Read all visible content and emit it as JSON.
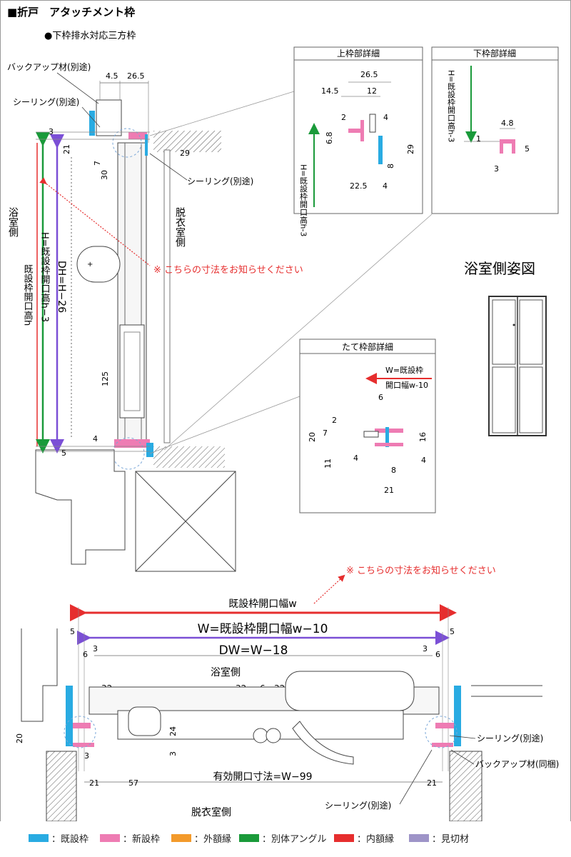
{
  "header": {
    "title": "■折戸　アタッチメント枠",
    "subtitle": "●下枠排水対応三方枠"
  },
  "section_view": {
    "labels": {
      "backup": "バックアップ材(別途)",
      "sealing_top": "シーリング(別途)",
      "sealing_mid": "シーリング(別途)",
      "bath_side": "浴室側",
      "changing_side": "脱衣室側",
      "note": "※ こちらの寸法をお知らせください"
    },
    "vertical_labels": {
      "h_existing": "既設枠開口高h",
      "h_new": "H=既設枠開口高h−3",
      "dh": "DH=H−26"
    },
    "dims": {
      "d_4_5": "4.5",
      "d_26_5": "26.5",
      "d_3": "3",
      "d_21": "21",
      "d_7": "7",
      "d_30": "30",
      "d_29": "29",
      "d_125": "125",
      "d_4": "4",
      "d_5": "5"
    }
  },
  "top_detail": {
    "title": "上枠部詳細",
    "vlabel": "H=既設枠開口高h-3",
    "dims": {
      "d_26_5": "26.5",
      "d_14_5": "14.5",
      "d_12": "12",
      "d_2": "2",
      "d_4": "4",
      "d_6_8": "6.8",
      "d_8": "8",
      "d_29": "29",
      "d_22_5": "22.5",
      "d_4b": "4"
    }
  },
  "bottom_detail": {
    "title": "下枠部詳細",
    "vlabel": "H=既設枠開口高h-3",
    "dims": {
      "d_4_8": "4.8",
      "d_1": "1",
      "d_5": "5",
      "d_3": "3"
    }
  },
  "side_detail": {
    "title": "たて枠部詳細",
    "wlabel_1": "W=既設枠",
    "wlabel_2": "開口幅w-10",
    "dims": {
      "d_6": "6",
      "d_7": "7",
      "d_2": "2",
      "d_20": "20",
      "d_16": "16",
      "d_4": "4",
      "d_11": "11",
      "d_4b": "4",
      "d_8": "8",
      "d_21": "21"
    }
  },
  "elevation": {
    "title": "浴室側姿図"
  },
  "plan_view": {
    "note": "※ こちらの寸法をお知らせください",
    "w_existing": "既設枠開口幅w",
    "w_new": "W=既設枠開口幅w−10",
    "dw": "DW=W−18",
    "bath_side": "浴室側",
    "changing_side": "脱衣室側",
    "effective": "有効開口寸法=W−99",
    "sealing_right": "シーリング(別途)",
    "backup_right": "バックアップ材(同梱)",
    "sealing_bottom": "シーリング(別途)",
    "dims": {
      "d_5l": "5",
      "d_5r": "5",
      "d_6l": "6",
      "d_3l": "3",
      "d_3r": "3",
      "d_6r": "6",
      "d_32a": "32",
      "d_32b": "32",
      "d_6m": "6",
      "d_32c": "32",
      "d_20": "20",
      "d_24": "24",
      "d_3a": "3",
      "d_3b": "3",
      "d_21l": "21",
      "d_57": "57",
      "d_21r": "21"
    }
  },
  "legend": [
    {
      "label": "：既設枠",
      "color": "#29abe2"
    },
    {
      "label": "：新設枠",
      "color": "#ee7cb3"
    },
    {
      "label": "：外額縁",
      "color": "#f39a2b"
    },
    {
      "label": "：別体アングル",
      "color": "#1a9a3a"
    },
    {
      "label": "：内額縁",
      "color": "#e62e2e"
    },
    {
      "label": "：見切材",
      "color": "#9e94c8"
    }
  ]
}
